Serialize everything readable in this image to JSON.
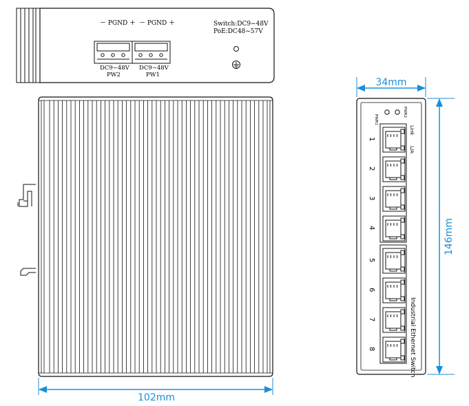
{
  "top_view": {
    "terminal_pw2_polarity": "－ PGND ＋",
    "terminal_pw1_polarity": "－ PGND ＋",
    "pw2_voltage": "DC9~48V",
    "pw2_label": "PW2",
    "pw1_voltage": "DC9~48V",
    "pw1_label": "PW1",
    "switch_voltage": "Switch:DC9~48V",
    "poe_voltage": "PoE:DC48~57V"
  },
  "dimensions": {
    "width_front": "34mm",
    "height_front": "146mm",
    "width_side": "102mm"
  },
  "front_panel": {
    "pwr1_label": "PWR1",
    "pwr2_label": "PWR2",
    "link_label": "Link",
    "la_label": "L/A",
    "port_numbers": [
      "1",
      "2",
      "3",
      "4",
      "5",
      "6",
      "7",
      "8"
    ],
    "product_name": "Industrial Ethernet Switch"
  },
  "colors": {
    "line": "#111111",
    "dimension_arrow": "#1a8fd8"
  }
}
